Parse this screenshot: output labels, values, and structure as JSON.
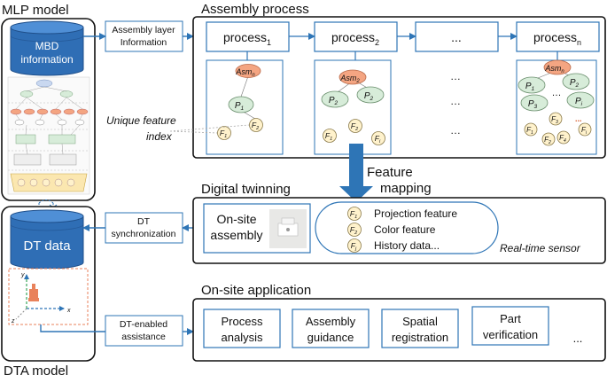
{
  "mlp_model": {
    "title": "MLP model",
    "db_label_line1": "MBD",
    "db_label_line2": "information"
  },
  "dta_model": {
    "title": "DTA model",
    "db_label": "DT data",
    "axis_x": "x",
    "axis_y": "y",
    "axis_z": "z"
  },
  "connectors": {
    "assembly_layer_line1": "Assembly layer",
    "assembly_layer_line2": "Information",
    "dt_sync_line1": "DT",
    "dt_sync_line2": "synchronization",
    "dt_assist_line1": "DT-enabled",
    "dt_assist_line2": "assistance"
  },
  "assembly_process": {
    "title": "Assembly process",
    "processes": [
      {
        "base": "process",
        "sub": "1"
      },
      {
        "base": "process",
        "sub": "2"
      },
      {
        "base": "...",
        "sub": ""
      },
      {
        "base": "process",
        "sub": "n"
      }
    ],
    "ellipsis": "…",
    "node_asm_n": {
      "base": "Asm",
      "sub": "n"
    },
    "node_asm_2": {
      "base": "Asm",
      "sub": "2"
    },
    "node_asm_n2": {
      "base": "Asm",
      "sub": "n"
    },
    "node_p": "P",
    "node_f": "F",
    "sub_1": "1",
    "sub_2": "2",
    "sub_3": "3",
    "sub_4": "4",
    "sub_i": "i",
    "sub_j": "j"
  },
  "unique_feature": {
    "line1": "Unique feature",
    "line2": "index"
  },
  "feature_mapping": {
    "line1": "Feature",
    "line2": "mapping"
  },
  "digital_twinning": {
    "title": "Digital twinning",
    "onsite_line1": "On-site",
    "onsite_line2": "assembly",
    "features": [
      {
        "node_sub": "1",
        "label": "Projection feature"
      },
      {
        "node_sub": "2",
        "label": "Color feature"
      },
      {
        "node_sub": "j",
        "label": "History data..."
      }
    ],
    "sensor": "Real-time sensor"
  },
  "onsite_application": {
    "title": "On-site application",
    "items": [
      {
        "line1": "Process",
        "line2": "analysis"
      },
      {
        "line1": "Assembly",
        "line2": "guidance"
      },
      {
        "line1": "Spatial",
        "line2": "registration"
      },
      {
        "line1": "Part",
        "line2": "verification"
      }
    ],
    "more": "..."
  },
  "colors": {
    "blue": "#2e75b6",
    "db_blue": "#2f6eb5",
    "asm_fill": "#f4a582",
    "p_fill": "#d7ecd9",
    "f_fill": "#fff2cc"
  }
}
